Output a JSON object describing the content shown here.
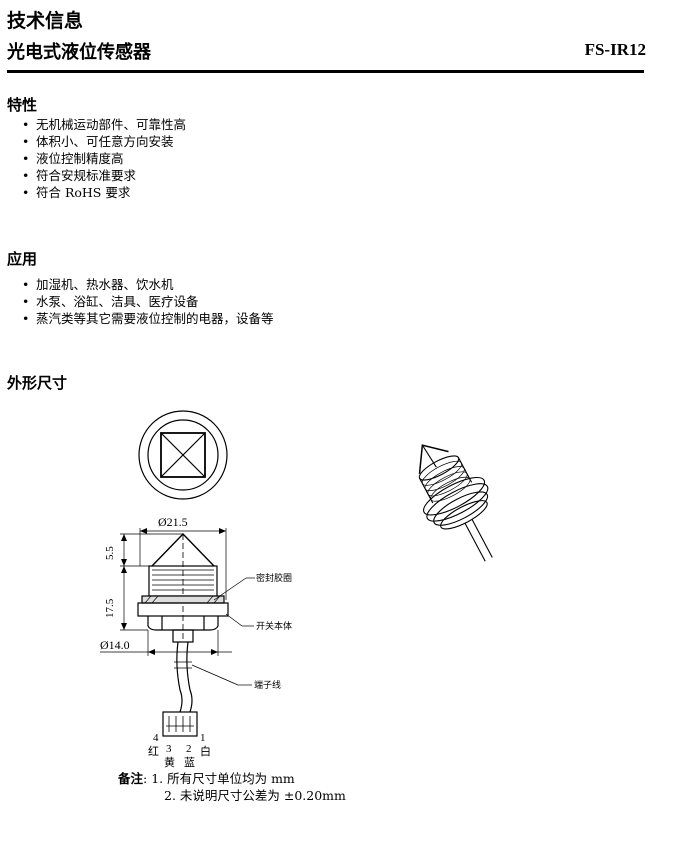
{
  "header": {
    "doc_title": "技术信息",
    "product_title": "光电式液位传感器",
    "model": "FS-IR12"
  },
  "features": {
    "heading": "特性",
    "items": [
      "无机械运动部件、可靠性高",
      "体积小、可任意方向安装",
      "液位控制精度高",
      "符合安规标准要求",
      "符合 RoHS 要求"
    ]
  },
  "applications": {
    "heading": "应用",
    "items": [
      "加湿机、热水器、饮水机",
      "水泵、浴缸、洁具、医疗设备",
      "蒸汽类等其它需要液位控制的电器，设备等"
    ]
  },
  "dimensions": {
    "heading": "外形尺寸",
    "dim_diameter_top": "Ø21.5",
    "dim_tip_height": "5.5",
    "dim_body_height": "17.5",
    "dim_diameter_bottom": "Ø14.0",
    "label_seal": "密封胶圈",
    "label_body": "开关本体",
    "label_wire": "端子线",
    "pin_4": "4",
    "pin_1": "1",
    "pin_3": "3",
    "pin_2": "2",
    "color_red": "红",
    "color_white": "白",
    "color_yellow": "黄",
    "color_blue": "蓝"
  },
  "notes": {
    "label": "备注",
    "line1": ": 1. 所有尺寸单位均为 mm",
    "line2": "2. 未说明尺寸公差为 ±0.20mm"
  }
}
